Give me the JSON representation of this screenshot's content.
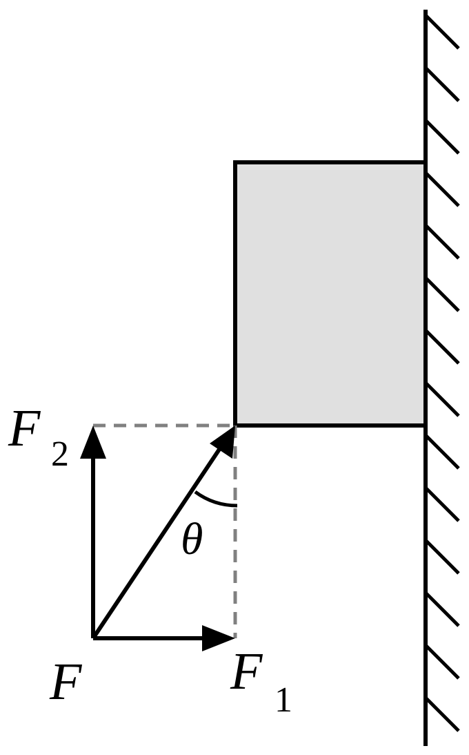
{
  "labels": {
    "force": "F",
    "component_1": "F",
    "component_1_subscript": "1",
    "component_2": "F",
    "component_2_subscript": "2",
    "angle": "θ"
  },
  "colors": {
    "ink": "#000000",
    "block_fill": "#e0e0e0",
    "dashed_guides": "#808080"
  }
}
